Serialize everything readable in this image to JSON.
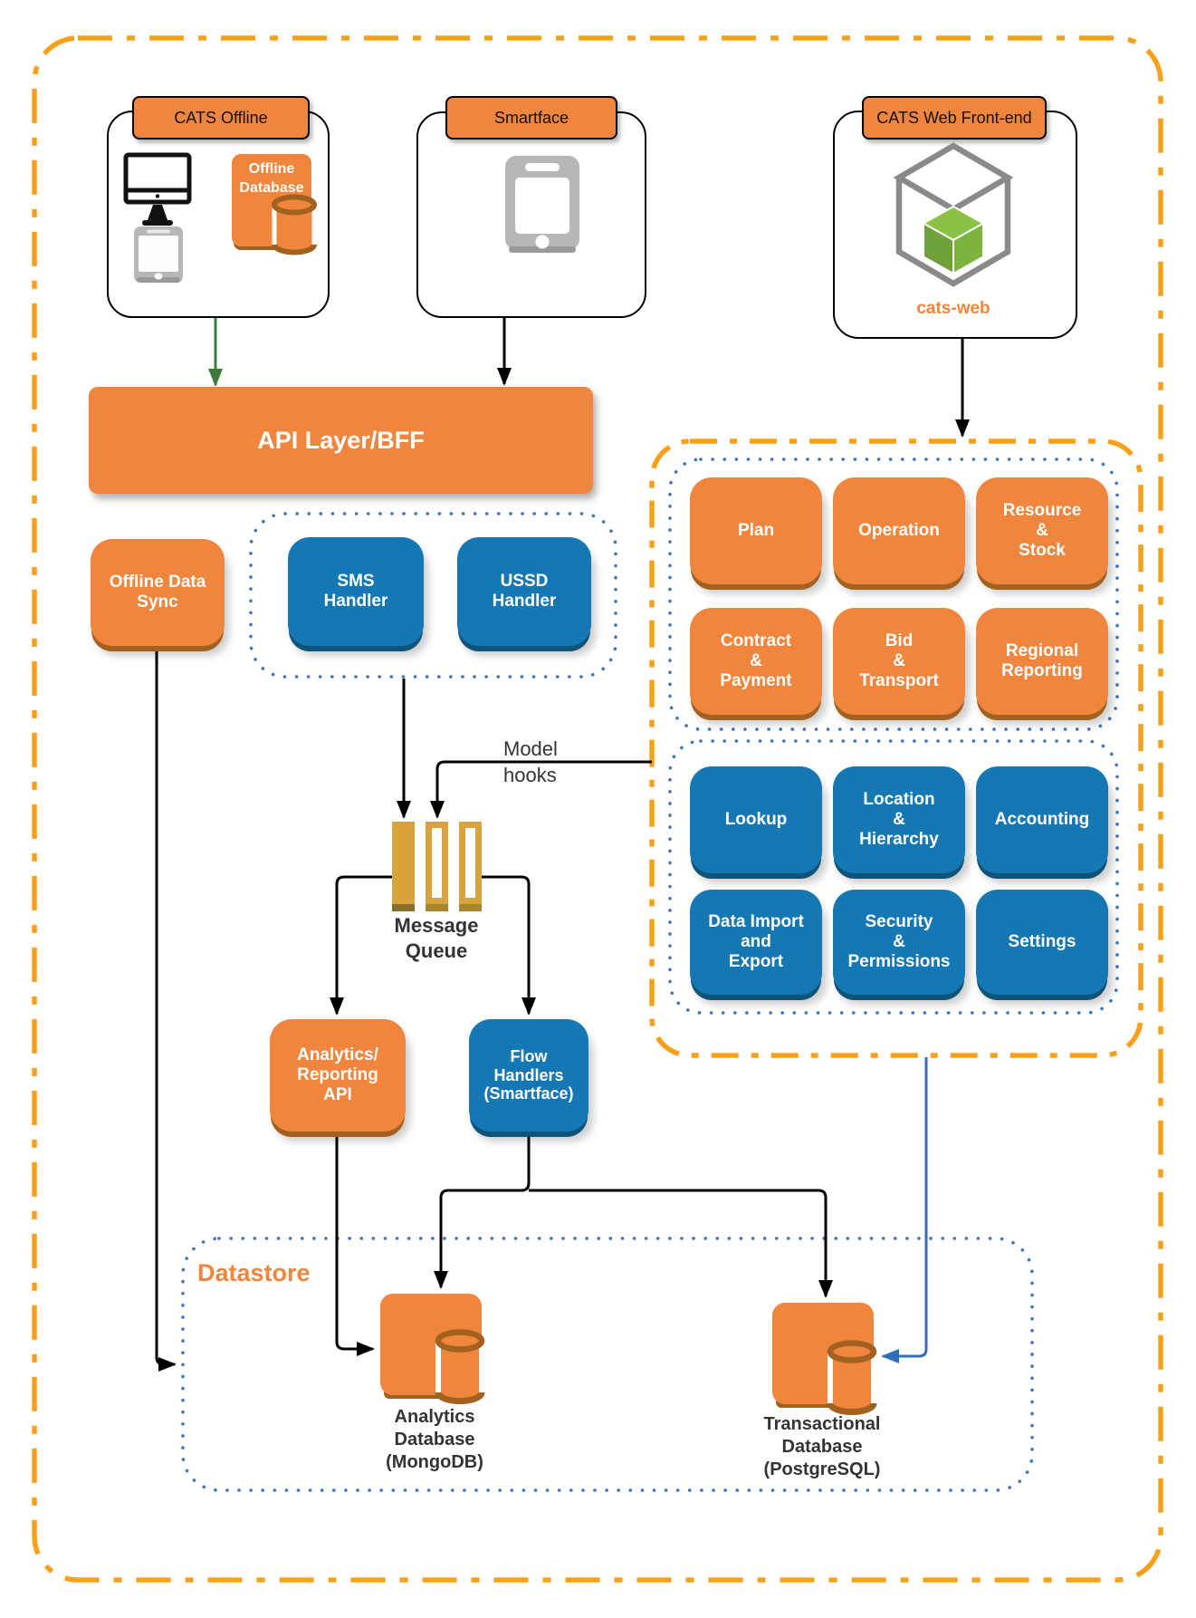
{
  "colors": {
    "shape_orange": "#f0853d",
    "shape_orange_shadow": "#a2611f",
    "shape_blue": "#1578b5",
    "shape_blue_shadow": "#0e5379",
    "queue_gold": "#d8a33c",
    "panel_border_orange": "#f9a01b",
    "dotted_border_blue": "#3f76ba",
    "green_arrow": "#3a7b3c",
    "blue_arrow": "#2e6fb7",
    "label_dark": "#333333",
    "cube_green": "#8bc144"
  },
  "groups": {
    "cats_offline": {
      "title": "CATS Offline",
      "offline_db_label": "Offline\nDatabase"
    },
    "smartface": {
      "title": "Smartface"
    },
    "cats_web": {
      "title": "CATS Web Front-end",
      "caption": "cats-web"
    }
  },
  "api_layer": {
    "label": "API Layer/BFF"
  },
  "offline_sync": {
    "label": "Offline Data\nSync"
  },
  "handlers": {
    "sms": "SMS\nHandler",
    "ussd": "USSD\nHandler"
  },
  "queue": {
    "label": "Message\nQueue",
    "hook_label": "Model\nhooks"
  },
  "services": {
    "analytics_api": "Analytics/\nReporting\nAPI",
    "flow_handlers": "Flow\nHandlers\n(Smartface)"
  },
  "modules": {
    "orange": [
      "Plan",
      "Operation",
      "Resource\n&\nStock",
      "Contract\n&\nPayment",
      "Bid\n&\nTransport",
      "Regional\nReporting"
    ],
    "blue": [
      "Lookup",
      "Location\n&\nHierarchy",
      "Accounting",
      "Data Import\nand\nExport",
      "Security\n&\nPermissions",
      "Settings"
    ]
  },
  "datastore": {
    "label": "Datastore",
    "analytics_db": "Analytics\nDatabase\n(MongoDB)",
    "transactional_db": "Transactional\nDatabase\n(PostgreSQL)"
  }
}
